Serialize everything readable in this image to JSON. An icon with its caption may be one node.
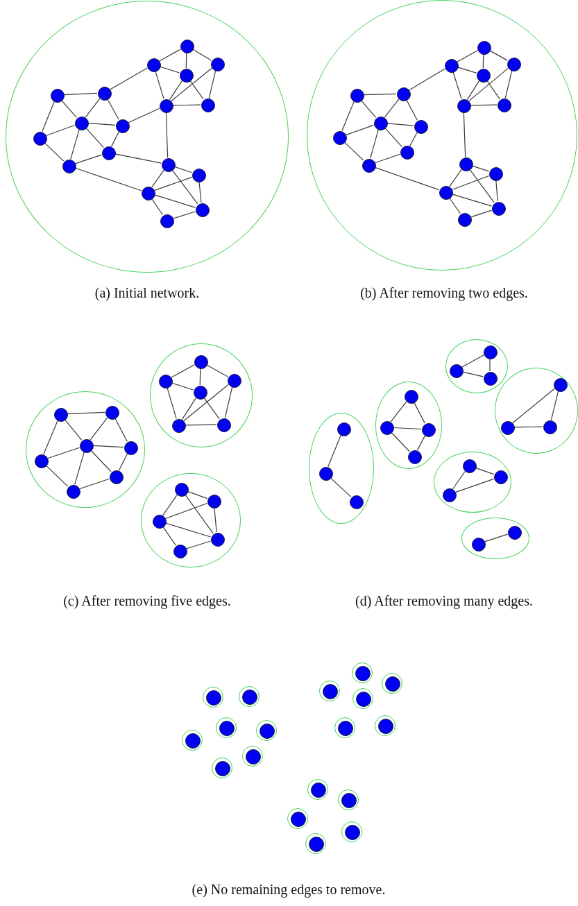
{
  "diagram": {
    "nodes": [
      {
        "text": [],
        "shape": "ellipse"
      },
      {
        "text": [],
        "shape": "circle",
        "in": 0
      },
      {
        "text": [],
        "shape": "circle",
        "in": 0
      },
      {
        "text": [],
        "shape": "circle",
        "in": 0
      },
      {
        "text": [],
        "shape": "circle",
        "in": 0
      },
      {
        "text": [],
        "shape": "circle",
        "in": 0
      },
      {
        "text": [],
        "shape": "circle",
        "in": 0
      },
      {
        "text": [],
        "shape": "circle",
        "in": 0
      },
      {
        "text": [],
        "shape": "circle",
        "in": 0
      },
      {
        "text": [],
        "shape": "circle",
        "in": 0
      },
      {
        "text": [],
        "shape": "circle",
        "in": 0
      },
      {
        "text": [],
        "shape": "circle",
        "in": 0
      },
      {
        "text": [],
        "shape": "circle",
        "in": 0
      },
      {
        "text": [],
        "shape": "circle",
        "in": 0
      },
      {
        "text": [],
        "shape": "circle",
        "in": 0
      },
      {
        "text": [],
        "shape": "circle",
        "in": 0
      },
      {
        "text": [],
        "shape": "circle",
        "in": 0
      },
      {
        "text": [],
        "shape": "circle",
        "in": 0
      },
      {
        "text": [],
        "shape": "circle",
        "in": 0
      },
      {
        "text": [],
        "shape": "ellipse"
      },
      {
        "text": [],
        "shape": "circle",
        "in": 19
      },
      {
        "text": [],
        "shape": "circle",
        "in": 19
      },
      {
        "text": [],
        "shape": "circle",
        "in": 19
      },
      {
        "text": [],
        "shape": "circle",
        "in": 19
      },
      {
        "text": [],
        "shape": "circle",
        "in": 19
      },
      {
        "text": [],
        "shape": "circle",
        "in": 19
      },
      {
        "text": [],
        "shape": "circle",
        "in": 19
      },
      {
        "text": [],
        "shape": "circle",
        "in": 19
      },
      {
        "text": [],
        "shape": "circle",
        "in": 19
      },
      {
        "text": [],
        "shape": "circle",
        "in": 19
      },
      {
        "text": [],
        "shape": "circle",
        "in": 19
      },
      {
        "text": [],
        "shape": "circle",
        "in": 19
      },
      {
        "text": [],
        "shape": "circle",
        "in": 19
      },
      {
        "text": [],
        "shape": "circle",
        "in": 19
      },
      {
        "text": [],
        "shape": "circle",
        "in": 19
      },
      {
        "text": [],
        "shape": "circle",
        "in": 19
      },
      {
        "text": [],
        "shape": "circle",
        "in": 19
      },
      {
        "text": [],
        "shape": "circle",
        "in": 19
      },
      {
        "text": [],
        "shape": "ellipse"
      },
      {
        "text": [],
        "shape": "circle",
        "in": 38
      },
      {
        "text": [],
        "shape": "circle",
        "in": 38
      },
      {
        "text": [],
        "shape": "circle",
        "in": 38
      },
      {
        "text": [],
        "shape": "circle",
        "in": 38
      },
      {
        "text": [],
        "shape": "circle",
        "in": 38
      },
      {
        "text": [],
        "shape": "circle",
        "in": 38
      },
      {
        "text": [],
        "shape": "ellipse"
      },
      {
        "text": [],
        "shape": "circle",
        "in": 45
      },
      {
        "text": [],
        "shape": "circle",
        "in": 45
      },
      {
        "text": [],
        "shape": "circle",
        "in": 45
      },
      {
        "text": [],
        "shape": "circle",
        "in": 45
      },
      {
        "text": [],
        "shape": "circle",
        "in": 45
      },
      {
        "text": [],
        "shape": "circle",
        "in": 45
      },
      {
        "text": [],
        "shape": "circle",
        "in": 45
      },
      {
        "text": [],
        "shape": "ellipse"
      },
      {
        "text": [],
        "shape": "circle",
        "in": 53
      },
      {
        "text": [],
        "shape": "circle",
        "in": 53
      },
      {
        "text": [],
        "shape": "circle",
        "in": 53
      },
      {
        "text": [],
        "shape": "circle",
        "in": 53
      },
      {
        "text": [],
        "shape": "circle",
        "in": 53
      },
      {
        "text": [],
        "shape": "ellipse"
      },
      {
        "text": [],
        "shape": "circle",
        "in": 59
      },
      {
        "text": [],
        "shape": "circle",
        "in": 59
      },
      {
        "text": [],
        "shape": "circle",
        "in": 59
      },
      {
        "text": [],
        "shape": "ellipse"
      },
      {
        "text": [],
        "shape": "circle",
        "in": 63
      },
      {
        "text": [],
        "shape": "circle",
        "in": 63
      },
      {
        "text": [],
        "shape": "circle",
        "in": 63
      },
      {
        "text": [],
        "shape": "ellipse"
      },
      {
        "text": [],
        "shape": "circle",
        "in": 67
      },
      {
        "text": [],
        "shape": "circle",
        "in": 67
      },
      {
        "text": [],
        "shape": "circle",
        "in": 67
      },
      {
        "text": [],
        "shape": "circle",
        "in": 67
      },
      {
        "text": [],
        "shape": "ellipse"
      },
      {
        "text": [],
        "shape": "circle",
        "in": 72
      },
      {
        "text": [],
        "shape": "circle",
        "in": 72
      },
      {
        "text": [],
        "shape": "circle",
        "in": 72
      },
      {
        "text": [],
        "shape": "ellipse"
      },
      {
        "text": [],
        "shape": "circle",
        "in": 76
      },
      {
        "text": [],
        "shape": "circle",
        "in": 76
      },
      {
        "text": [],
        "shape": "circle",
        "in": 76
      },
      {
        "text": [],
        "shape": "ellipse"
      },
      {
        "text": [],
        "shape": "circle",
        "in": 80
      },
      {
        "text": [],
        "shape": "circle",
        "in": 80
      },
      {
        "text": [],
        "shape": "ellipse"
      },
      {
        "text": [],
        "shape": "circle",
        "in": 83
      },
      {
        "text": [],
        "shape": "ellipse"
      },
      {
        "text": [],
        "shape": "circle",
        "in": 85
      },
      {
        "text": [],
        "shape": "ellipse"
      },
      {
        "text": [],
        "shape": "circle",
        "in": 87
      },
      {
        "text": [],
        "shape": "ellipse"
      },
      {
        "text": [],
        "shape": "circle",
        "in": 89
      },
      {
        "text": [],
        "shape": "ellipse"
      },
      {
        "text": [],
        "shape": "circle",
        "in": 91
      },
      {
        "text": [],
        "shape": "ellipse"
      },
      {
        "text": [],
        "shape": "circle",
        "in": 93
      },
      {
        "text": [],
        "shape": "ellipse"
      },
      {
        "text": [],
        "shape": "circle",
        "in": 95
      },
      {
        "text": [],
        "shape": "ellipse"
      },
      {
        "text": [],
        "shape": "circle",
        "in": 97
      },
      {
        "text": [],
        "shape": "ellipse"
      },
      {
        "text": [],
        "shape": "circle",
        "in": 99
      },
      {
        "text": [],
        "shape": "ellipse"
      },
      {
        "text": [],
        "shape": "circle",
        "in": 101
      },
      {
        "text": [],
        "shape": "ellipse"
      },
      {
        "text": [],
        "shape": "circle",
        "in": 103
      },
      {
        "text": [],
        "shape": "ellipse"
      },
      {
        "text": [],
        "shape": "circle",
        "in": 105
      },
      {
        "text": [],
        "shape": "ellipse"
      },
      {
        "text": [],
        "shape": "circle",
        "in": 107
      },
      {
        "text": [],
        "shape": "ellipse"
      },
      {
        "text": [],
        "shape": "circle",
        "in": 109
      },
      {
        "text": [],
        "shape": "ellipse"
      },
      {
        "text": [],
        "shape": "circle",
        "in": 111
      },
      {
        "text": [],
        "shape": "ellipse"
      },
      {
        "text": [],
        "shape": "circle",
        "in": 113
      },
      {
        "text": [],
        "shape": "ellipse"
      },
      {
        "text": [],
        "shape": "circle",
        "in": 115
      },
      {
        "text": [],
        "shape": "ellipse"
      },
      {
        "text": [],
        "shape": "circle",
        "in": 117
      }
    ],
    "edges": [
      {
        "from": 1,
        "to": 2,
        "arrow": "none"
      },
      {
        "from": 1,
        "to": 3,
        "arrow": "none"
      },
      {
        "from": 1,
        "to": 4,
        "arrow": "none"
      },
      {
        "from": 2,
        "to": 3,
        "arrow": "none"
      },
      {
        "from": 2,
        "to": 5,
        "arrow": "none"
      },
      {
        "from": 3,
        "to": 5,
        "arrow": "none"
      },
      {
        "from": 3,
        "to": 6,
        "arrow": "none"
      },
      {
        "from": 4,
        "to": 5,
        "arrow": "none"
      },
      {
        "from": 4,
        "to": 6,
        "arrow": "none"
      },
      {
        "from": 5,
        "to": 6,
        "arrow": "none"
      },
      {
        "from": 7,
        "to": 8,
        "arrow": "none"
      },
      {
        "from": 7,
        "to": 9,
        "arrow": "none"
      },
      {
        "from": 7,
        "to": 11,
        "arrow": "none"
      },
      {
        "from": 8,
        "to": 9,
        "arrow": "none"
      },
      {
        "from": 8,
        "to": 10,
        "arrow": "none"
      },
      {
        "from": 9,
        "to": 10,
        "arrow": "none"
      },
      {
        "from": 9,
        "to": 11,
        "arrow": "none"
      },
      {
        "from": 9,
        "to": 12,
        "arrow": "none"
      },
      {
        "from": 9,
        "to": 13,
        "arrow": "none"
      },
      {
        "from": 10,
        "to": 12,
        "arrow": "none"
      },
      {
        "from": 11,
        "to": 13,
        "arrow": "none"
      },
      {
        "from": 12,
        "to": 13,
        "arrow": "none"
      },
      {
        "from": 14,
        "to": 15,
        "arrow": "none"
      },
      {
        "from": 14,
        "to": 16,
        "arrow": "none"
      },
      {
        "from": 14,
        "to": 17,
        "arrow": "none"
      },
      {
        "from": 15,
        "to": 16,
        "arrow": "none"
      },
      {
        "from": 15,
        "to": 17,
        "arrow": "none"
      },
      {
        "from": 16,
        "to": 17,
        "arrow": "none"
      },
      {
        "from": 16,
        "to": 18,
        "arrow": "none"
      },
      {
        "from": 17,
        "to": 18,
        "arrow": "none"
      },
      {
        "from": 2,
        "to": 8,
        "arrow": "none"
      },
      {
        "from": 5,
        "to": 10,
        "arrow": "none"
      },
      {
        "from": 5,
        "to": 14,
        "arrow": "none"
      },
      {
        "from": 12,
        "to": 14,
        "arrow": "none"
      },
      {
        "from": 13,
        "to": 16,
        "arrow": "none"
      },
      {
        "from": 20,
        "to": 21,
        "arrow": "none"
      },
      {
        "from": 20,
        "to": 22,
        "arrow": "none"
      },
      {
        "from": 20,
        "to": 23,
        "arrow": "none"
      },
      {
        "from": 21,
        "to": 22,
        "arrow": "none"
      },
      {
        "from": 21,
        "to": 24,
        "arrow": "none"
      },
      {
        "from": 22,
        "to": 24,
        "arrow": "none"
      },
      {
        "from": 22,
        "to": 25,
        "arrow": "none"
      },
      {
        "from": 23,
        "to": 24,
        "arrow": "none"
      },
      {
        "from": 23,
        "to": 25,
        "arrow": "none"
      },
      {
        "from": 24,
        "to": 25,
        "arrow": "none"
      },
      {
        "from": 26,
        "to": 27,
        "arrow": "none"
      },
      {
        "from": 26,
        "to": 28,
        "arrow": "none"
      },
      {
        "from": 26,
        "to": 30,
        "arrow": "none"
      },
      {
        "from": 27,
        "to": 28,
        "arrow": "none"
      },
      {
        "from": 27,
        "to": 29,
        "arrow": "none"
      },
      {
        "from": 28,
        "to": 29,
        "arrow": "none"
      },
      {
        "from": 28,
        "to": 30,
        "arrow": "none"
      },
      {
        "from": 28,
        "to": 31,
        "arrow": "none"
      },
      {
        "from": 28,
        "to": 32,
        "arrow": "none"
      },
      {
        "from": 29,
        "to": 31,
        "arrow": "none"
      },
      {
        "from": 30,
        "to": 32,
        "arrow": "none"
      },
      {
        "from": 31,
        "to": 32,
        "arrow": "none"
      },
      {
        "from": 33,
        "to": 34,
        "arrow": "none"
      },
      {
        "from": 33,
        "to": 35,
        "arrow": "none"
      },
      {
        "from": 33,
        "to": 36,
        "arrow": "none"
      },
      {
        "from": 34,
        "to": 35,
        "arrow": "none"
      },
      {
        "from": 34,
        "to": 36,
        "arrow": "none"
      },
      {
        "from": 35,
        "to": 36,
        "arrow": "none"
      },
      {
        "from": 35,
        "to": 37,
        "arrow": "none"
      },
      {
        "from": 36,
        "to": 37,
        "arrow": "none"
      },
      {
        "from": 21,
        "to": 27,
        "arrow": "none"
      },
      {
        "from": 24,
        "to": 33,
        "arrow": "none"
      },
      {
        "from": 32,
        "to": 35,
        "arrow": "none"
      },
      {
        "from": 39,
        "to": 40,
        "arrow": "none"
      },
      {
        "from": 39,
        "to": 41,
        "arrow": "none"
      },
      {
        "from": 39,
        "to": 42,
        "arrow": "none"
      },
      {
        "from": 40,
        "to": 41,
        "arrow": "none"
      },
      {
        "from": 40,
        "to": 43,
        "arrow": "none"
      },
      {
        "from": 41,
        "to": 43,
        "arrow": "none"
      },
      {
        "from": 41,
        "to": 44,
        "arrow": "none"
      },
      {
        "from": 42,
        "to": 43,
        "arrow": "none"
      },
      {
        "from": 42,
        "to": 44,
        "arrow": "none"
      },
      {
        "from": 43,
        "to": 44,
        "arrow": "none"
      },
      {
        "from": 46,
        "to": 47,
        "arrow": "none"
      },
      {
        "from": 46,
        "to": 48,
        "arrow": "none"
      },
      {
        "from": 46,
        "to": 50,
        "arrow": "none"
      },
      {
        "from": 47,
        "to": 48,
        "arrow": "none"
      },
      {
        "from": 47,
        "to": 49,
        "arrow": "none"
      },
      {
        "from": 48,
        "to": 49,
        "arrow": "none"
      },
      {
        "from": 48,
        "to": 50,
        "arrow": "none"
      },
      {
        "from": 48,
        "to": 51,
        "arrow": "none"
      },
      {
        "from": 48,
        "to": 52,
        "arrow": "none"
      },
      {
        "from": 49,
        "to": 51,
        "arrow": "none"
      },
      {
        "from": 50,
        "to": 52,
        "arrow": "none"
      },
      {
        "from": 51,
        "to": 52,
        "arrow": "none"
      },
      {
        "from": 54,
        "to": 55,
        "arrow": "none"
      },
      {
        "from": 54,
        "to": 56,
        "arrow": "none"
      },
      {
        "from": 54,
        "to": 57,
        "arrow": "none"
      },
      {
        "from": 55,
        "to": 56,
        "arrow": "none"
      },
      {
        "from": 55,
        "to": 57,
        "arrow": "none"
      },
      {
        "from": 56,
        "to": 57,
        "arrow": "none"
      },
      {
        "from": 56,
        "to": 58,
        "arrow": "none"
      },
      {
        "from": 57,
        "to": 58,
        "arrow": "none"
      },
      {
        "from": 60,
        "to": 61,
        "arrow": "none"
      },
      {
        "from": 60,
        "to": 62,
        "arrow": "none"
      },
      {
        "from": 61,
        "to": 62,
        "arrow": "none"
      },
      {
        "from": 64,
        "to": 65,
        "arrow": "none"
      },
      {
        "from": 65,
        "to": 66,
        "arrow": "none"
      },
      {
        "from": 64,
        "to": 66,
        "arrow": "none"
      },
      {
        "from": 68,
        "to": 69,
        "arrow": "none"
      },
      {
        "from": 68,
        "to": 70,
        "arrow": "none"
      },
      {
        "from": 69,
        "to": 70,
        "arrow": "none"
      },
      {
        "from": 69,
        "to": 71,
        "arrow": "none"
      },
      {
        "from": 70,
        "to": 71,
        "arrow": "none"
      },
      {
        "from": 73,
        "to": 74,
        "arrow": "none"
      },
      {
        "from": 74,
        "to": 75,
        "arrow": "none"
      },
      {
        "from": 77,
        "to": 78,
        "arrow": "none"
      },
      {
        "from": 77,
        "to": 79,
        "arrow": "none"
      },
      {
        "from": 78,
        "to": 79,
        "arrow": "none"
      },
      {
        "from": 81,
        "to": 82,
        "arrow": "none"
      }
    ],
    "labels": [
      "(a) Initial network.",
      "(b) After removing two edges.",
      "(c) After removing five edges.",
      "(d) After removing many edges.",
      "(e) No remaining edges to remove."
    ]
  }
}
